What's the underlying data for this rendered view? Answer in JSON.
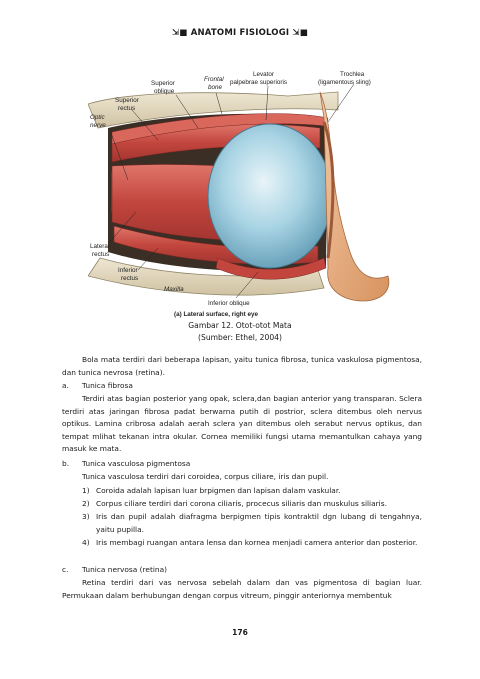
{
  "header": {
    "title": "ANATOMI FISIOLOGI",
    "ornament": "⇲■"
  },
  "figure": {
    "labels": {
      "superior_oblique": "Superior\noblique",
      "frontal_bone": "Frontal\nbone",
      "levator": "Levator\npalpebrae superioris",
      "trochlea": "Trochlea\n(ligamentous sling)",
      "superior_rectus": "Superior\nrectus",
      "optic_nerve": "Optic\nnerve",
      "lateral_rectus": "Lateral\nrectus",
      "inferior_rectus": "Inferior\nrectus",
      "maxilla": "Maxilla",
      "inferior_oblique": "Inferior oblique",
      "subtitle": "(a) Lateral surface, right eye"
    }
  },
  "caption": {
    "line1": "Gambar 12. Otot-otot Mata",
    "line2": "(Sumber: Ethel, 2004)"
  },
  "intro": "Bola mata terdiri dari beberapa lapisan, yaitu tunica fibrosa, tunica vaskulosa pigmentosa, dan tunica nevrosa (retina).",
  "section_a": {
    "mark": "a.",
    "title": "Tunica fibrosa",
    "text": "Terdiri atas bagian posterior yang opak, sclera,dan bagian anterior yang transparan. Sclera terdiri atas jaringan fibrosa padat berwarna putih di postrior, sclera ditembus oleh nervus optikus. Lamina cribrosa adalah aerah sclera yan ditembus oleh serabut nervus optikus, dan tempat mlihat tekanan intra okular. Cornea memiliki fungsi utama memantulkan cahaya yang masuk ke mata."
  },
  "section_b": {
    "mark": "b.",
    "title": "Tunica vasculosa pigmentosa",
    "intro": "Tunica vasculosa terdiri dari coroidea, corpus ciliare, iris dan pupil.",
    "items": [
      {
        "n": "1)",
        "text": "Coroida adalah lapisan luar brpigmen dan lapisan dalam vaskular."
      },
      {
        "n": "2)",
        "text": "Corpus ciliare terdiri dari corona ciliaris, procecus siliaris dan muskulus siliaris."
      },
      {
        "n": "3)",
        "text": "Iris dan pupil adalah diafragma berpigmen tipis kontraktil dgn lubang di tengahnya, yaitu pupilla."
      },
      {
        "n": "4)",
        "text": "Iris membagi ruangan antara lensa dan kornea menjadi camera anterior dan posterior."
      }
    ]
  },
  "section_c": {
    "mark": "c.",
    "title": "Tunica nervosa (retina)",
    "text": "Retina terdiri dari vas nervosa sebelah dalam dan vas pigmentosa di bagian luar. Permukaan dalam berhubungan dengan corpus vitreum, pinggir anteriornya membentuk"
  },
  "page_number": "176"
}
